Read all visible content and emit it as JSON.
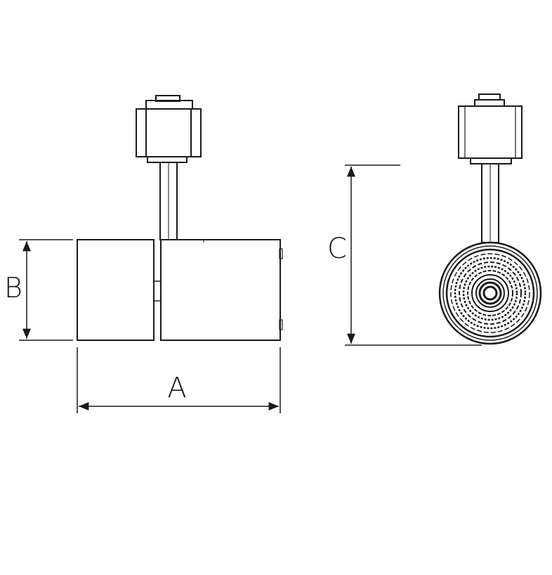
{
  "drawing": {
    "dimension_labels": {
      "width": "A",
      "height": "B",
      "overall_height": "C"
    },
    "colors": {
      "line": "#1a1a1a",
      "background": "#ffffff"
    }
  }
}
